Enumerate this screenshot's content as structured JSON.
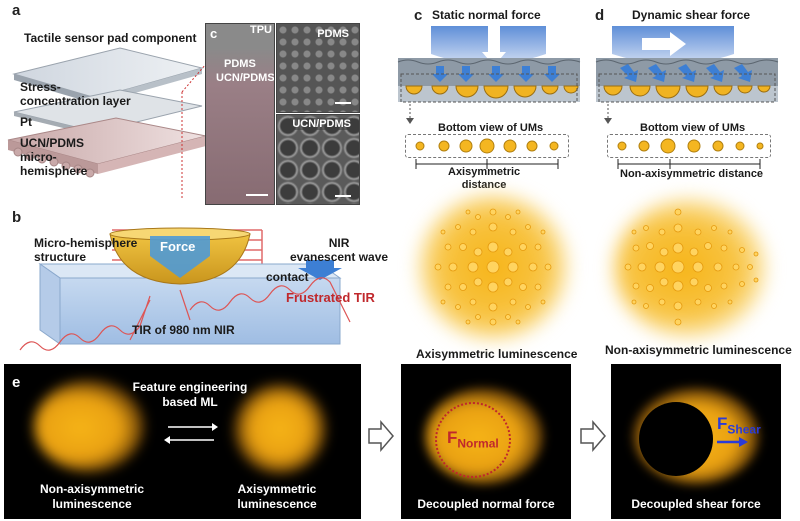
{
  "panel_a": {
    "letter": "a",
    "title": "Tactile sensor pad component",
    "layers": [
      "Stress-\nconcentration layer",
      "Pt",
      "UCN/PDMS\nmicro-\nhemisphere"
    ],
    "sem_cross": {
      "letter": "c",
      "top_label": "TPU",
      "mid_label": "PDMS",
      "bottom_label": "UCN/PDMS"
    },
    "sem_top": "PDMS",
    "sem_bottom": "UCN/PDMS"
  },
  "panel_b": {
    "letter": "b",
    "structure_label": "Micro-hemisphere\nstructure",
    "force": "Force",
    "nir": "NIR\nevanescent wave",
    "contact": "contact",
    "frustrated": "Frustrated TIR",
    "tir": "TIR of 980 nm NIR"
  },
  "panel_c": {
    "letter": "c",
    "title": "Static normal force",
    "bottom_view": "Bottom view of UMs",
    "distance": "Axisymmetric\ndistance",
    "caption": "Axisymmetric luminescence"
  },
  "panel_d": {
    "letter": "d",
    "title": "Dynamic shear force",
    "bottom_view": "Bottom view of UMs",
    "distance": "Non-axisymmetric distance",
    "caption": "Non-axisymmetric luminescence"
  },
  "panel_e": {
    "letter": "e",
    "feature": "Feature engineering\nbased ML",
    "left_caption": "Non-axisymmetric\nluminescence",
    "right_caption": "Axisymmetric\nluminescence",
    "normal_caption": "Decoupled normal force",
    "normal_symbol": "F",
    "normal_sub": "Normal",
    "shear_caption": "Decoupled shear force",
    "shear_symbol": "F",
    "shear_sub": "Shear"
  },
  "colors": {
    "glow": "#f6b417",
    "arrow_blue": "#3d7fd4",
    "red": "#c0282c",
    "shear_blue": "#2a3bd8"
  }
}
